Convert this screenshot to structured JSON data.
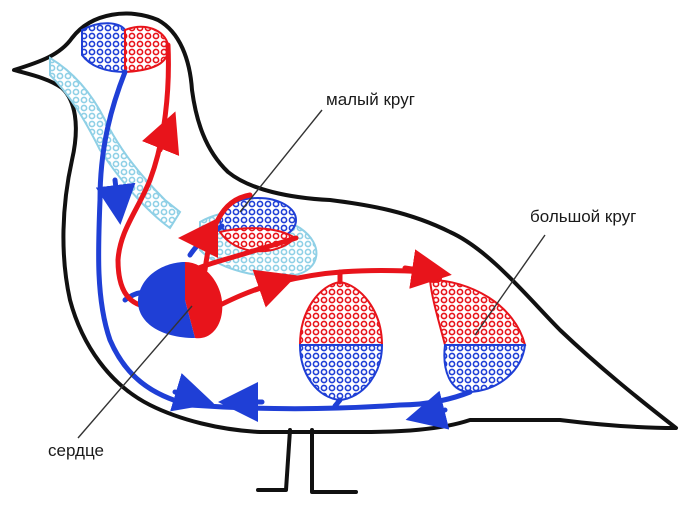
{
  "labels": {
    "small_circle": "малый круг",
    "large_circle": "большой круг",
    "heart": "сердце"
  },
  "colors": {
    "arterial": "#e8141b",
    "venous": "#1f3fd6",
    "air_sac": "#8fd0e6",
    "outline": "#111111"
  }
}
